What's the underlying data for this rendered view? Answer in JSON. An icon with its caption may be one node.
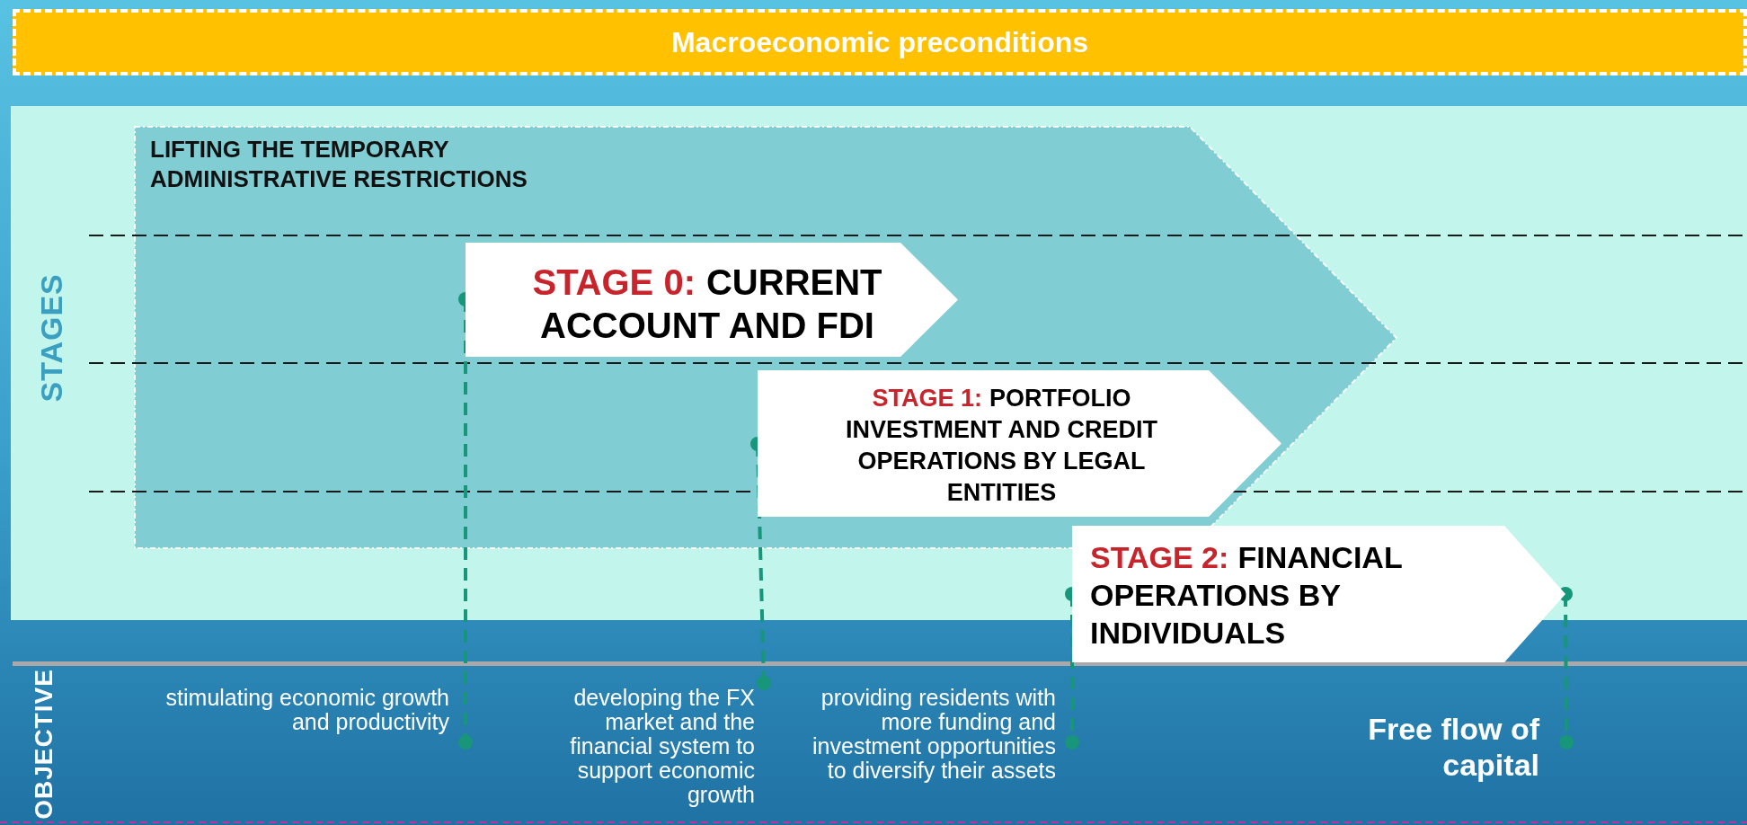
{
  "diagram": {
    "nodes": [
      {
        "text": [
          "Macroeconomic preconditions"
        ]
      },
      {
        "text": [
          "STAGES"
        ]
      },
      {
        "text": [
          "LIFTING THE TEMPORARY ADMINISTRATIVE RESTRICTIONS"
        ],
        "in": 1
      },
      {
        "text": [
          "STAGE 0:",
          "CURRENT ACCOUNT AND FDI"
        ],
        "in": 2
      },
      {
        "text": [
          "STAGE 1:",
          "PORTFOLIO INVESTMENT AND CREDIT OPERATIONS BY LEGAL ENTITIES"
        ],
        "in": 2
      },
      {
        "text": [
          "STAGE 2:",
          "FINANCIAL OPERATIONS BY INDIVIDUALS"
        ]
      },
      {
        "text": [
          "OBJECTIVE"
        ]
      },
      {
        "text": [
          "stimulating economic growth and productivity"
        ],
        "in": 6
      },
      {
        "text": [
          "developing the FX market and the financial system to support economic growth"
        ],
        "in": 6
      },
      {
        "text": [
          "providing residents with more funding and investment opportunities to diversify their assets"
        ],
        "in": 6
      },
      {
        "text": [
          "Free flow of capital"
        ],
        "in": 6
      }
    ],
    "edges": [
      {
        "from": 3,
        "to": 7,
        "arrow": "other",
        "style": "dashed"
      },
      {
        "from": 4,
        "to": 8,
        "arrow": "other",
        "style": "dashed"
      },
      {
        "from": 5,
        "to": 9,
        "arrow": "other",
        "style": "dashed"
      },
      {
        "from": 5,
        "to": 10,
        "arrow": "other",
        "style": "dashed"
      }
    ]
  }
}
